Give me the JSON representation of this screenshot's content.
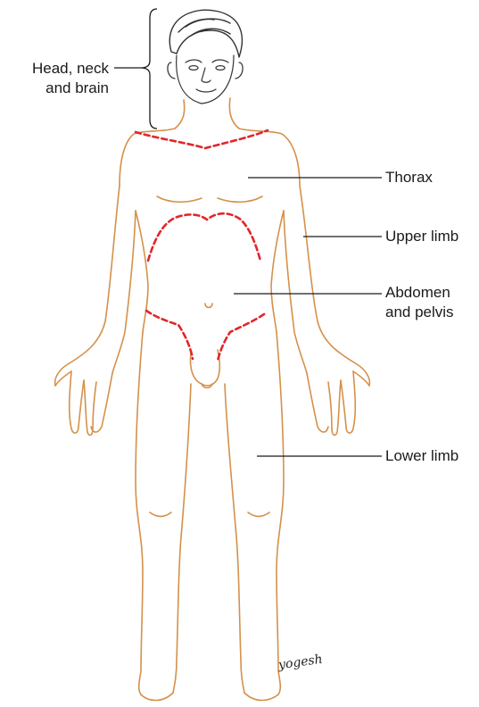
{
  "labels": {
    "head_line1": "Head, neck",
    "head_line2": "and brain",
    "thorax": "Thorax",
    "upper_limb": "Upper limb",
    "abdomen_line1": "Abdomen",
    "abdomen_line2": "and pelvis",
    "lower_limb": "Lower limb"
  },
  "signature": "yogesh",
  "colors": {
    "body_outline": "#d4914a",
    "region_divider": "#e0262b",
    "leader_line": "#1a1a1a",
    "hair_and_face": "#333333"
  }
}
